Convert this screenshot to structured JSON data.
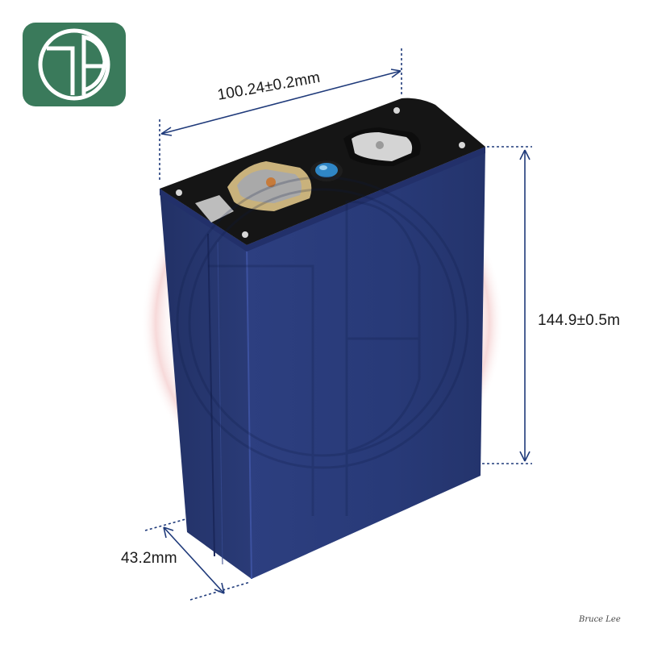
{
  "brand": {
    "logo_letters": "TH",
    "logo_bg": "#3a7a5b",
    "logo_fg": "#ffffff"
  },
  "product": {
    "body_color": "#283a78",
    "body_shade": "#1f2e63",
    "top_plate_color": "#151515",
    "terminal_positive_color": "#c9b27c",
    "terminal_negative_color": "#1b1b1b",
    "vent_color": "#2f86c6"
  },
  "dimensions": {
    "width_label": "100.24±0.2mm",
    "height_label": "144.9±0.5m",
    "depth_label": "43.2mm",
    "line_color": "#1f3a7a"
  },
  "watermark": {
    "letters": "TH"
  },
  "signature": "Bruce Lee"
}
